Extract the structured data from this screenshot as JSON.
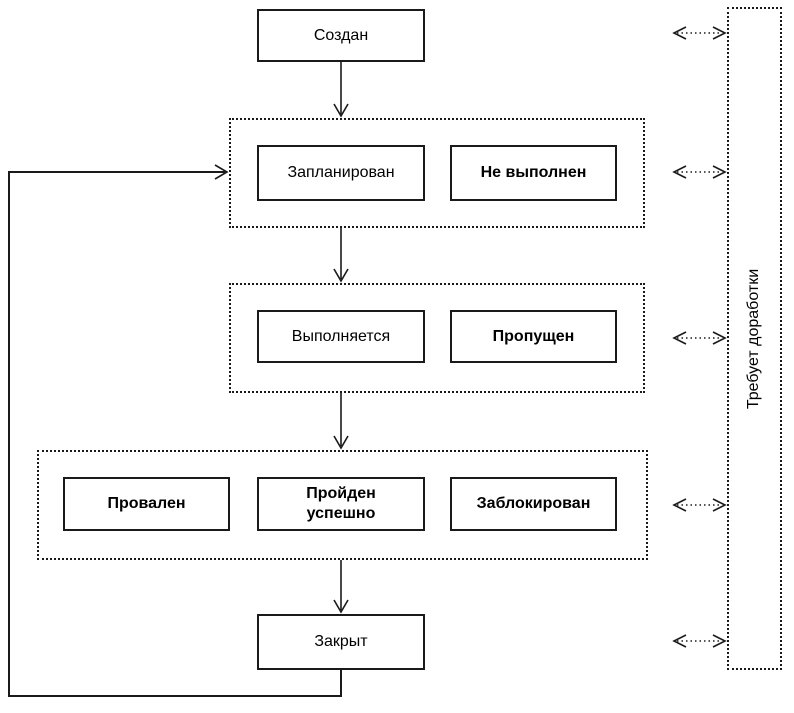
{
  "diagram": {
    "colors": {
      "line": "#1a1a1a",
      "background": "#ffffff"
    },
    "nodes": {
      "created": "Создан",
      "planned": "Запланирован",
      "not_executed": "Не выполнен",
      "in_progress": "Выполняется",
      "skipped": "Пропущен",
      "failed": "Провален",
      "passed": "Пройден\nуспешно",
      "blocked": "Заблокирован",
      "closed": "Закрыт",
      "needs_rework": "Требует доработки"
    },
    "groups": [
      {
        "name": "row1",
        "members": [
          "planned",
          "not_executed"
        ]
      },
      {
        "name": "row2",
        "members": [
          "in_progress",
          "skipped"
        ]
      },
      {
        "name": "row3",
        "members": [
          "failed",
          "passed",
          "blocked"
        ]
      }
    ],
    "edges": [
      {
        "from": "created",
        "to": "row1",
        "style": "solid-arrow"
      },
      {
        "from": "row1",
        "to": "row2",
        "style": "solid-arrow"
      },
      {
        "from": "row2",
        "to": "row3",
        "style": "solid-arrow"
      },
      {
        "from": "row3",
        "to": "closed",
        "style": "solid-arrow"
      },
      {
        "from": "closed",
        "to": "row1",
        "style": "solid-arrow-feedback-loop"
      },
      {
        "from": "created",
        "to": "needs_rework",
        "style": "dotted-double-arrow"
      },
      {
        "from": "row1",
        "to": "needs_rework",
        "style": "dotted-double-arrow"
      },
      {
        "from": "row2",
        "to": "needs_rework",
        "style": "dotted-double-arrow"
      },
      {
        "from": "row3",
        "to": "needs_rework",
        "style": "dotted-double-arrow"
      },
      {
        "from": "closed",
        "to": "needs_rework",
        "style": "dotted-double-arrow"
      }
    ]
  }
}
